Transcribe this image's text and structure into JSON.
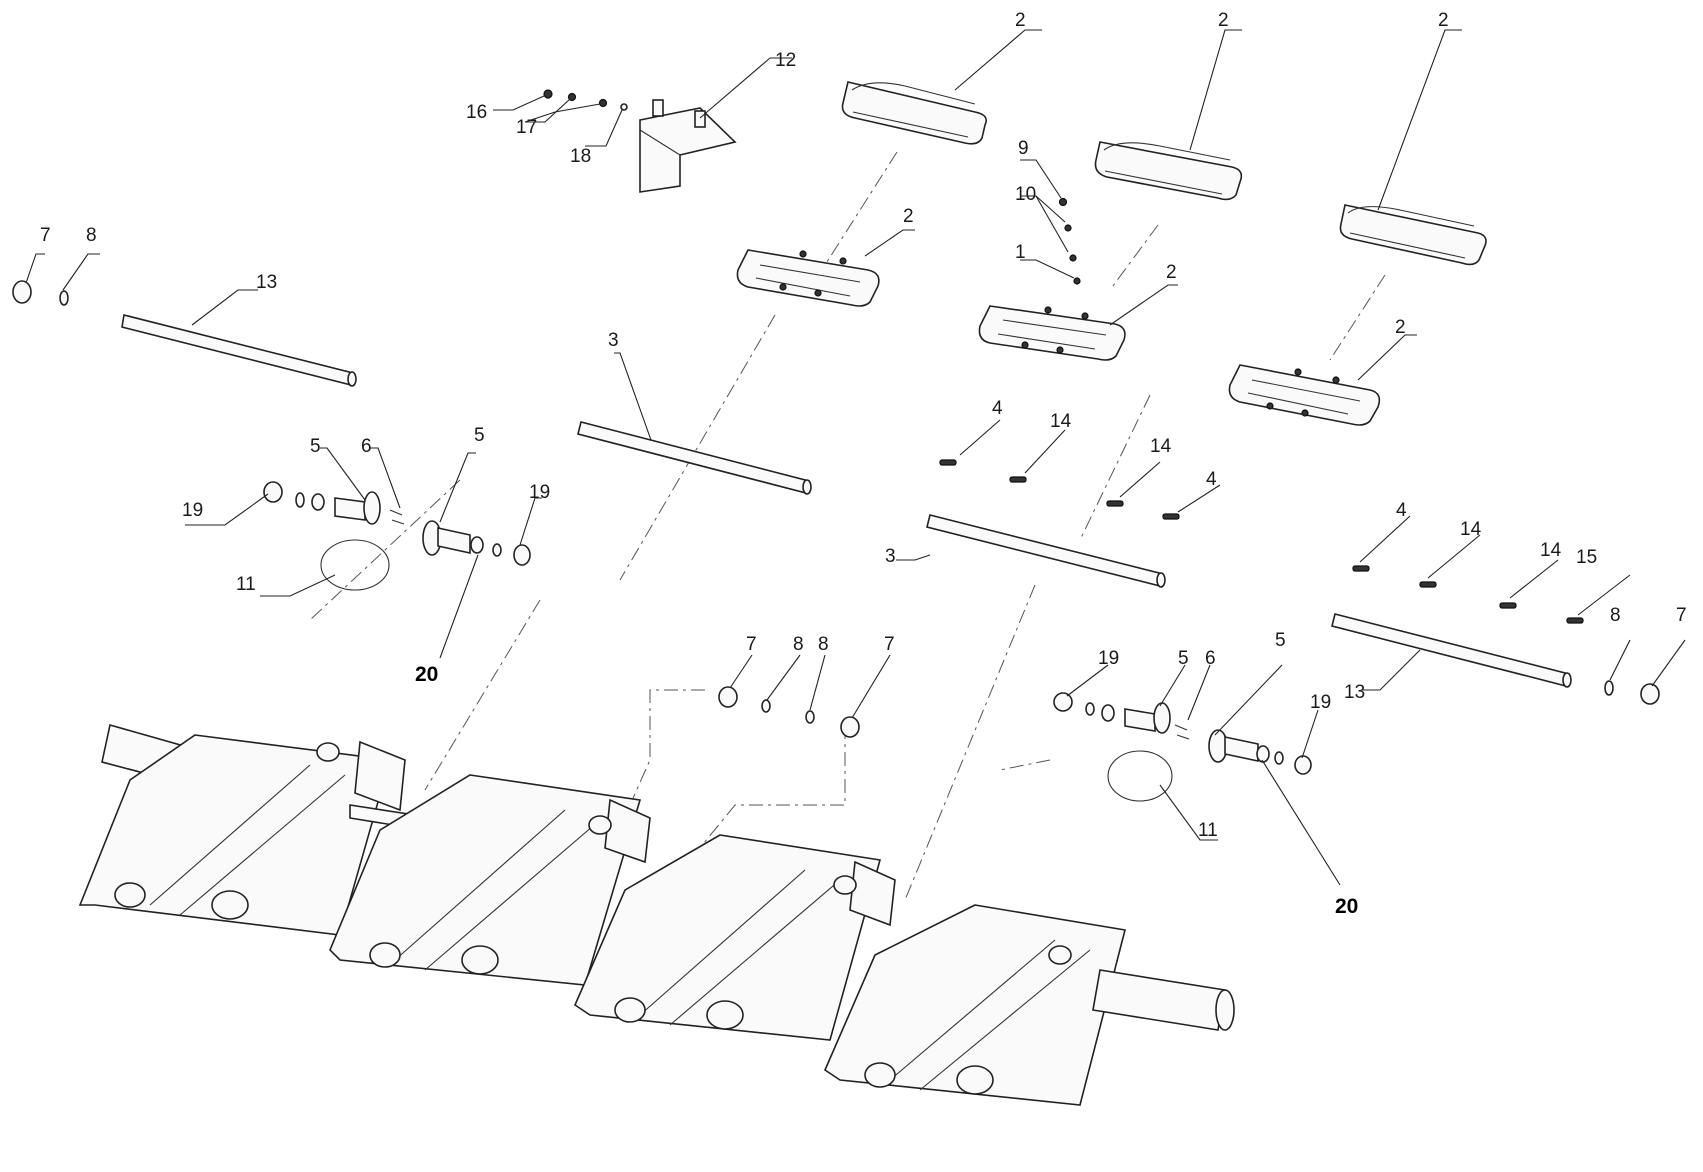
{
  "diagram": {
    "callouts": [
      {
        "id": "c1",
        "text": "2"
      },
      {
        "id": "c2",
        "text": "2"
      },
      {
        "id": "c3",
        "text": "2"
      },
      {
        "id": "c4",
        "text": "12"
      },
      {
        "id": "c5",
        "text": "16"
      },
      {
        "id": "c6",
        "text": "17"
      },
      {
        "id": "c7",
        "text": "18"
      },
      {
        "id": "c8",
        "text": "9"
      },
      {
        "id": "c9",
        "text": "10"
      },
      {
        "id": "c10",
        "text": "1"
      },
      {
        "id": "c11",
        "text": "2"
      },
      {
        "id": "c12",
        "text": "2"
      },
      {
        "id": "c13",
        "text": "2"
      },
      {
        "id": "c14",
        "text": "7"
      },
      {
        "id": "c15",
        "text": "8"
      },
      {
        "id": "c16",
        "text": "13"
      },
      {
        "id": "c17",
        "text": "3"
      },
      {
        "id": "c18",
        "text": "4"
      },
      {
        "id": "c19",
        "text": "14"
      },
      {
        "id": "c20",
        "text": "14"
      },
      {
        "id": "c21",
        "text": "4"
      },
      {
        "id": "c22",
        "text": "3"
      },
      {
        "id": "c23",
        "text": "5"
      },
      {
        "id": "c24",
        "text": "6"
      },
      {
        "id": "c25",
        "text": "5"
      },
      {
        "id": "c26",
        "text": "19"
      },
      {
        "id": "c27",
        "text": "19"
      },
      {
        "id": "c28",
        "text": "11"
      },
      {
        "id": "c29",
        "text": "20"
      },
      {
        "id": "c30",
        "text": "4"
      },
      {
        "id": "c31",
        "text": "14"
      },
      {
        "id": "c32",
        "text": "14"
      },
      {
        "id": "c33",
        "text": "15"
      },
      {
        "id": "c34",
        "text": "8"
      },
      {
        "id": "c35",
        "text": "7"
      },
      {
        "id": "c36",
        "text": "13"
      },
      {
        "id": "c37",
        "text": "7"
      },
      {
        "id": "c38",
        "text": "8"
      },
      {
        "id": "c39",
        "text": "8"
      },
      {
        "id": "c40",
        "text": "7"
      },
      {
        "id": "c41",
        "text": "19"
      },
      {
        "id": "c42",
        "text": "5"
      },
      {
        "id": "c43",
        "text": "6"
      },
      {
        "id": "c44",
        "text": "5"
      },
      {
        "id": "c45",
        "text": "19"
      },
      {
        "id": "c46",
        "text": "11"
      },
      {
        "id": "c47",
        "text": "20"
      }
    ]
  }
}
